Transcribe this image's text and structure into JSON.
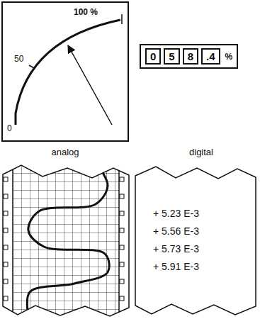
{
  "diagram": {
    "nodes": [
      {
        "text": [
          "100 %",
          "50",
          "0"
        ]
      },
      {
        "text": [
          "%"
        ]
      },
      {
        "text": [
          "0"
        ],
        "in": 1
      },
      {
        "text": [
          "5"
        ],
        "in": 1
      },
      {
        "text": [
          "8"
        ],
        "in": 1
      },
      {
        "text": [
          ".4"
        ],
        "in": 1
      },
      {
        "text": [
          "+ 5.23 E-3",
          "+ 5.56 E-3",
          "+ 5.73 E-3",
          "+ 5.91 E-3"
        ]
      }
    ],
    "labels": [
      "analog",
      "digital"
    ]
  }
}
